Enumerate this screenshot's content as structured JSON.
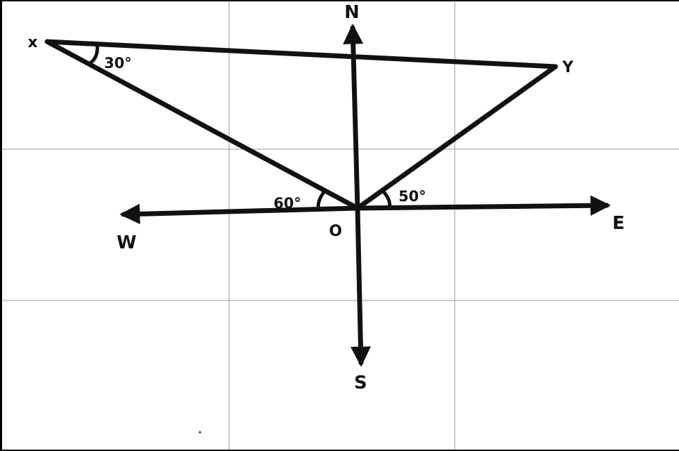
{
  "points": {
    "x": "x",
    "y": "Y",
    "o": "O"
  },
  "directions": {
    "north": "N",
    "south": "S",
    "east": "E",
    "west": "W"
  },
  "angles": {
    "at_x": "30°",
    "west_ox": "60°",
    "east_oy": "50°"
  },
  "colors": {
    "ink": "#111111",
    "grid": "#9a9a9a",
    "paper": "#ffffff",
    "frame": "#000000"
  }
}
